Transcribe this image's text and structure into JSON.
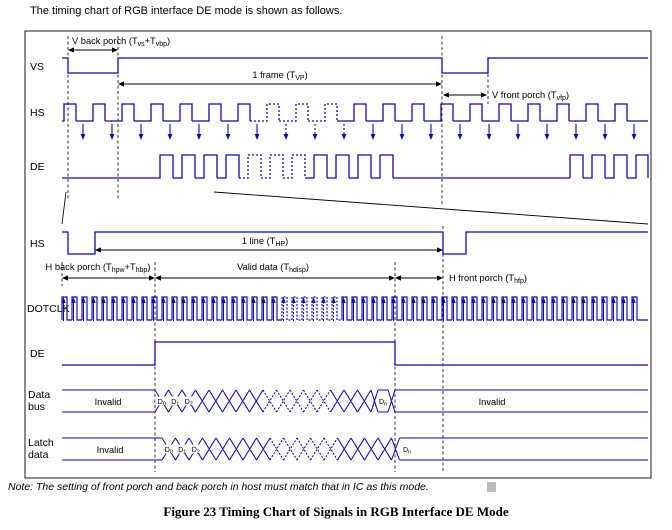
{
  "page": {
    "intro": "The timing chart of RGB interface DE mode is shown as follows.",
    "note": "Note: The setting of front porch and back porch in host must match that in IC as this mode.",
    "caption": "Figure 23 Timing Chart of Signals in RGB Interface DE Mode"
  },
  "colors": {
    "waveform": "#0a0ab4",
    "guide": "#000000"
  },
  "signals": {
    "vs": "VS",
    "hs_top": "HS",
    "de_top": "DE",
    "hs_bottom": "HS",
    "dotclk": "DOTCLK",
    "de_bottom": "DE",
    "data_bus": [
      "Data",
      "bus"
    ],
    "latch_data": [
      "Latch",
      "data"
    ]
  },
  "annotations": {
    "v_back_porch": [
      "V back porch (T",
      "vs",
      "+T",
      "vbp",
      ")"
    ],
    "one_frame": [
      "1 frame (T",
      "VP",
      ")"
    ],
    "v_front_porch": [
      "V front porch (T",
      "vfp",
      ")"
    ],
    "one_line": [
      "1 line (T",
      "HP",
      ")"
    ],
    "h_back_porch": [
      "H back porch (T",
      "hpw",
      "+T",
      "hbp",
      ")"
    ],
    "valid_data": [
      "Valid data (T",
      "hdisp",
      ")"
    ],
    "h_front_porch": [
      "H front porch (T",
      "hfp",
      ")"
    ]
  },
  "bus": {
    "invalid": "Invalid",
    "d0": [
      "D",
      "0"
    ],
    "d1": [
      "D",
      "1"
    ],
    "d2": [
      "D",
      "2"
    ],
    "dn": [
      "D",
      "n"
    ]
  }
}
